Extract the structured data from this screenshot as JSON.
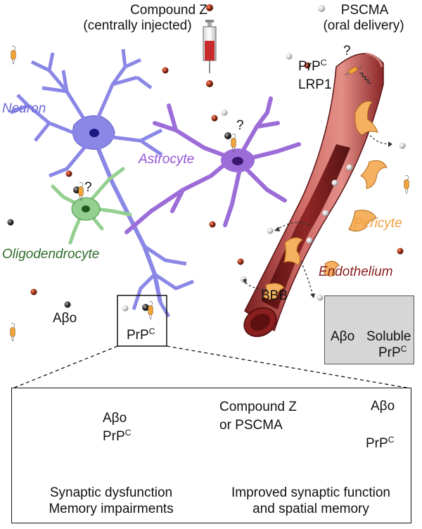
{
  "labels": {
    "compound_z_title": "Compound Z",
    "compound_z_sub": "(centrally injected)",
    "pscma_title": "PSCMA",
    "pscma_sub": "(oral delivery)",
    "prpc_top_base": "PrP",
    "prpc_sup": "C",
    "lrp1": "LRP1",
    "neuron": "Neuron",
    "astrocyte": "Astrocyte",
    "oligodendrocyte": "Oligodendrocyte",
    "pericyte": "Pericyte",
    "endothelium": "Endothelium",
    "bbb": "BBB",
    "abo": "Aβo",
    "prpc_synapse_base": "PrP",
    "question": "?"
  },
  "legend": {
    "abo": "Aβo",
    "soluble": "Soluble",
    "prpc_base": "PrP",
    "prpc_sup": "C"
  },
  "bottom": {
    "left_abo": "Aβo",
    "left_prpc_base": "PrP",
    "left_caption_1": "Synaptic dysfunction",
    "left_caption_2": "Memory impairments",
    "right_compound_line1": "Compound Z",
    "right_compound_line2": "or PSCMA",
    "right_abo": "Aβo",
    "right_prpc_base": "PrP",
    "right_caption_1": "Improved synaptic function",
    "right_caption_2": "and spatial memory"
  },
  "colors": {
    "neuron": "#8a87e6",
    "neuron_nucleus": "#1b1880",
    "astrocyte": "#9c6cd8",
    "astrocyte_nucleus": "#3a1870",
    "oligodendrocyte": "#93cf8f",
    "oligo_nucleus": "#1e5a1e",
    "vessel": "#b8504f",
    "vessel_lumen": "#6e1717",
    "pericyte": "#f5b160",
    "prpc": "#f2a33a",
    "compound_z": "#a4341c",
    "pscma": "#d6d6d6",
    "abo": "#333333",
    "membrane": "#4a86b8",
    "neuron_text": "#6b67d6",
    "astro_text": "#9355d6",
    "oligo_text": "#2f6a2b",
    "pericyte_text": "#f0a040",
    "endo_text": "#8a1f1f",
    "inhibit": "#e0505a"
  }
}
